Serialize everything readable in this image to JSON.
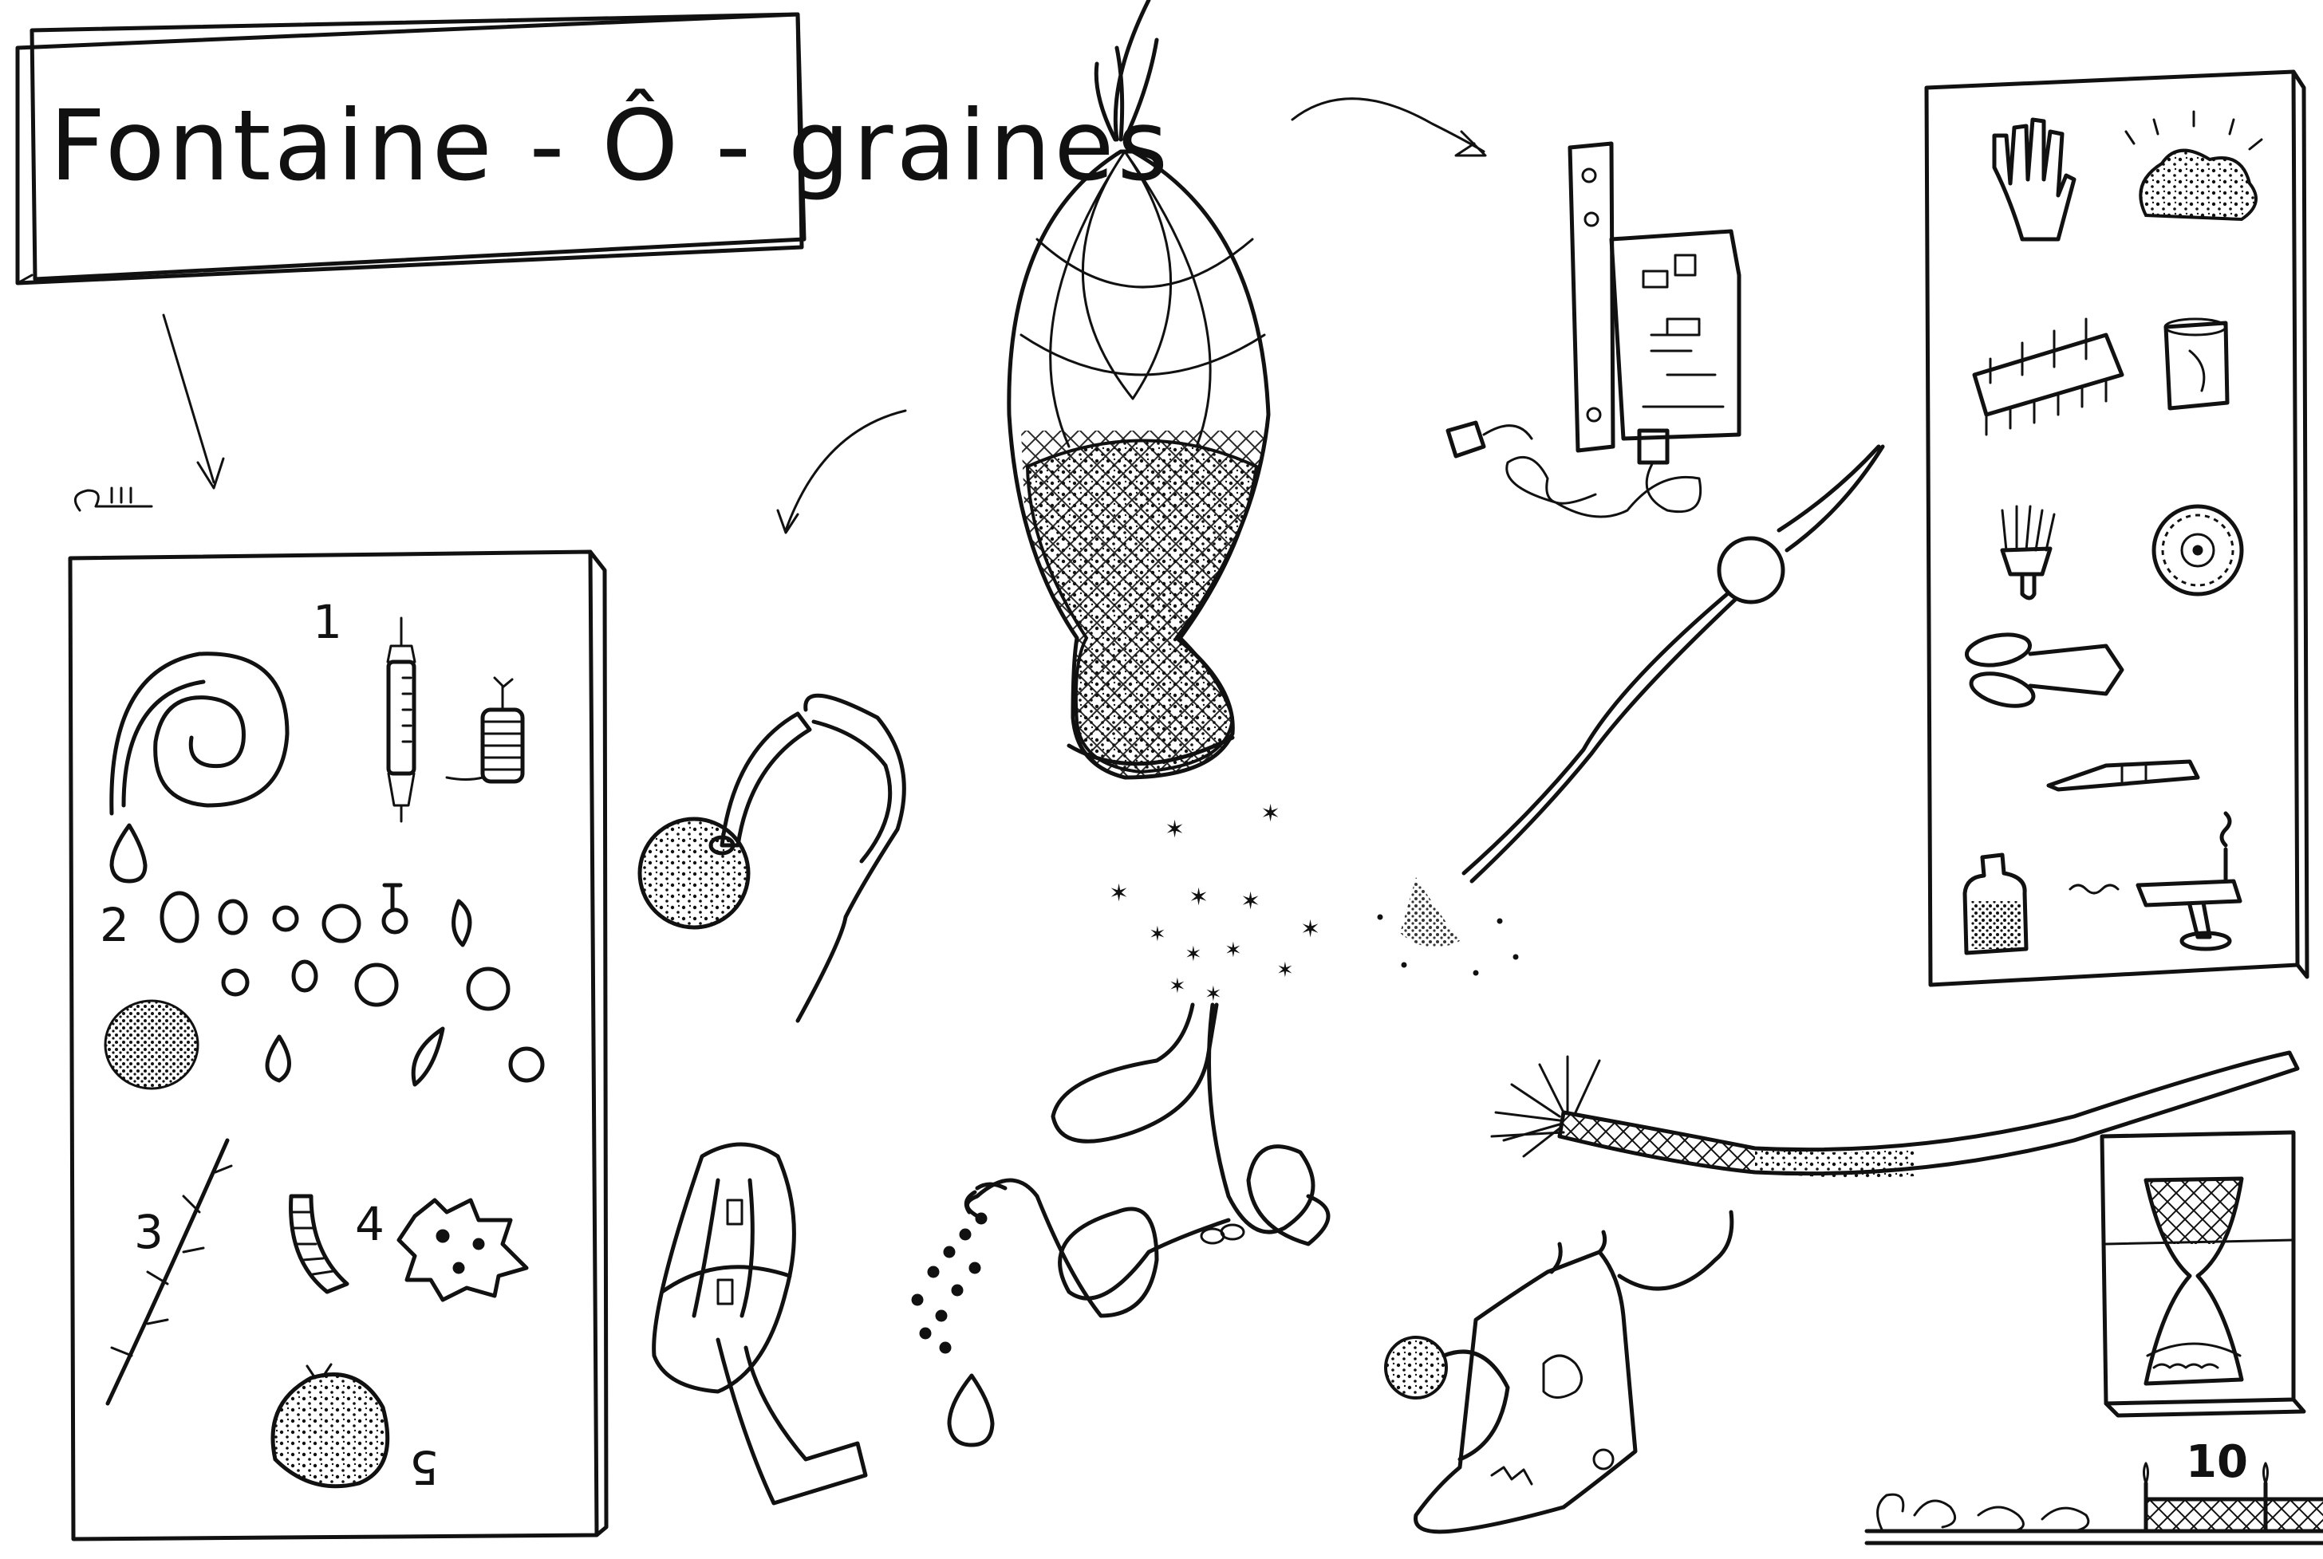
{
  "title": "Fontaine - Ô - graines",
  "page_number": "10",
  "seed_panel": {
    "step_labels": [
      "1",
      "2",
      "3",
      "4",
      "5"
    ]
  },
  "tools_panel": {
    "icons": [
      "hand-icon",
      "soil-pile-icon",
      "comb-icon",
      "jar-icon",
      "brush-icon",
      "disc-icon",
      "pliers-icon",
      "cutter-knife-icon",
      "seed-bottle-icon",
      "glue-gun-icon"
    ]
  },
  "illustrations": [
    "seed-net-bag",
    "circuit-board",
    "seed-ball-with-tube",
    "seed-ball-on-string",
    "dropper-tube",
    "knotted-tube-sprayer",
    "cattail-stick",
    "tree-trunk-pot",
    "hourglass-frame",
    "decorated-fence"
  ]
}
